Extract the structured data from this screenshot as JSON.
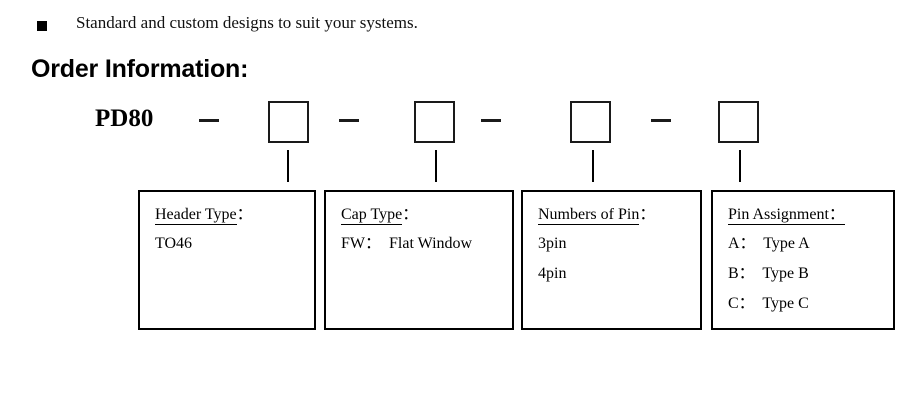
{
  "bullet": {
    "marker": "square-bullet",
    "text": "Standard and custom designs to suit your systems."
  },
  "section": {
    "title": "Order Information:"
  },
  "part_code": {
    "prefix": "PD80",
    "separators": [
      "–",
      "–",
      "–",
      "–"
    ],
    "slots": [
      "",
      "",
      "",
      ""
    ]
  },
  "legend_boxes": [
    {
      "key": "header-type",
      "heading_underlined": "Header Type",
      "heading_suffix": "：",
      "lines": [
        "TO46"
      ]
    },
    {
      "key": "cap-type",
      "heading_underlined": "Cap Type",
      "heading_suffix": "：",
      "lines": [
        "FW：  Flat Window"
      ]
    },
    {
      "key": "numbers-of-pin",
      "heading_underlined": "Numbers of Pin",
      "heading_suffix": "：",
      "lines": [
        "3pin",
        "4pin"
      ]
    },
    {
      "key": "pin-assignment",
      "heading_underlined": "Pin Assignment： ",
      "heading_suffix": "",
      "lines": [
        "A：  Type A",
        "B：  Type B",
        "C：  Type C"
      ]
    }
  ],
  "colors": {
    "ink": "#000000",
    "page": "#ffffff",
    "rule": "#1a1a1a"
  }
}
